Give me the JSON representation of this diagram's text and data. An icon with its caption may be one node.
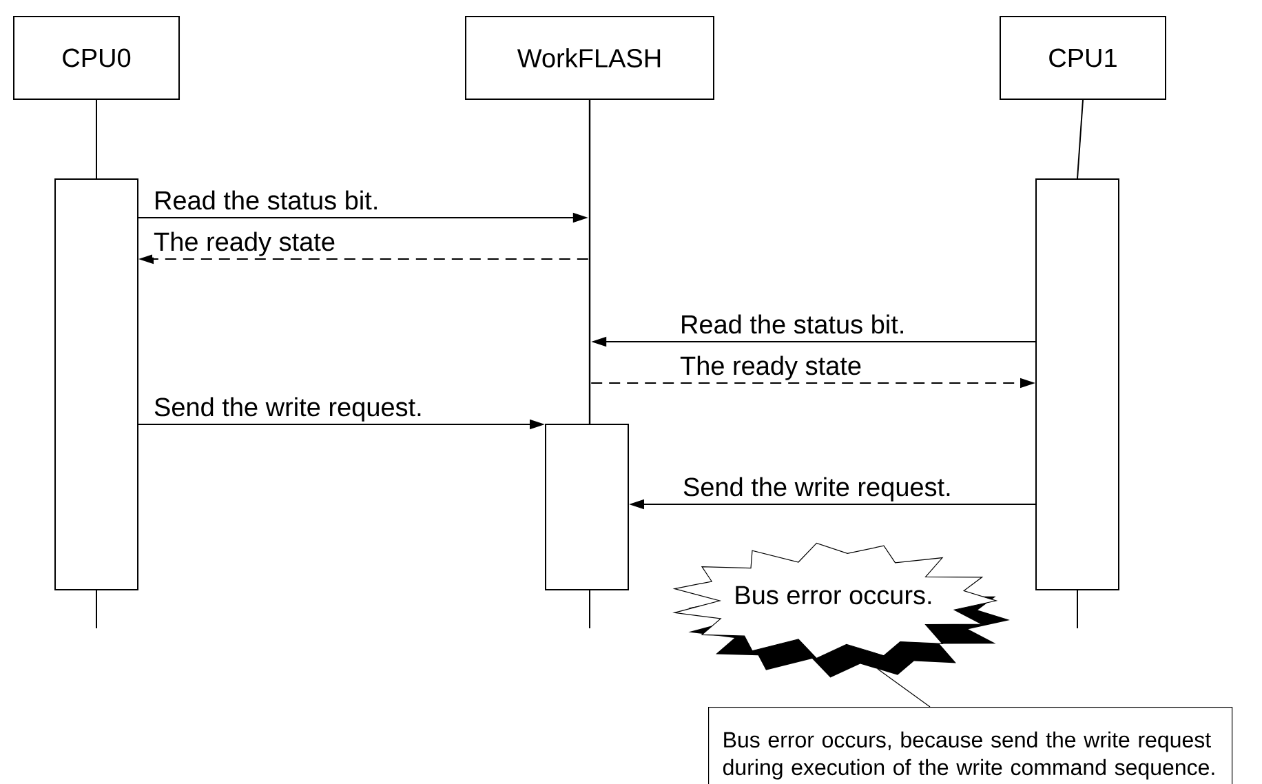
{
  "diagram": {
    "nodes": [
      {
        "text": [
          "CPU0"
        ]
      },
      {
        "text": [
          "WorkFLASH"
        ]
      },
      {
        "text": [
          "CPU1"
        ]
      },
      {
        "text": [],
        "shape": "bar"
      },
      {
        "text": [],
        "shape": "bar"
      },
      {
        "text": [],
        "shape": "bar"
      },
      {
        "text": [],
        "shape": "bar"
      },
      {
        "text": [
          "Bus error occurs."
        ]
      },
      {
        "text": [
          "Bus error occurs, because send the write request during execution of the write command sequence."
        ]
      }
    ],
    "edges": [
      {
        "from": 3,
        "to": 4,
        "arrow": "to",
        "label": "Read the status bit."
      },
      {
        "from": 4,
        "to": 3,
        "arrow": "to",
        "label": "The ready state",
        "style": "dashed"
      },
      {
        "from": 5,
        "to": 4,
        "arrow": "to",
        "label": "Read the status bit."
      },
      {
        "from": 4,
        "to": 5,
        "arrow": "to",
        "label": "The ready state",
        "style": "dashed"
      },
      {
        "from": 3,
        "to": 6,
        "arrow": "to",
        "label": "Send the write request."
      },
      {
        "from": 5,
        "to": 6,
        "arrow": "to",
        "label": "Send the write request."
      },
      {
        "from": 8,
        "to": 7,
        "arrow": "none"
      },
      {
        "from": 0,
        "to": 3,
        "arrow": "none"
      },
      {
        "from": 2,
        "to": 5,
        "arrow": "none"
      }
    ]
  }
}
